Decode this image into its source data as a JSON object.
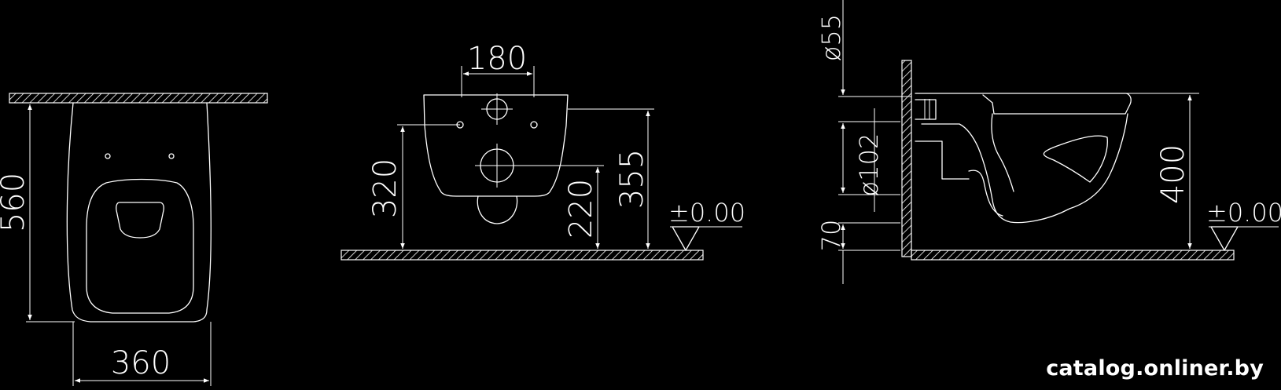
{
  "dimensions": {
    "top_view": {
      "length": "560",
      "width": "360"
    },
    "front_view": {
      "pin_spacing": "180",
      "upper_hole_height": "355",
      "fixing_height": "320",
      "outlet_height": "220",
      "datum": "±0.00"
    },
    "side_view": {
      "inlet_diameter": "ø55",
      "outlet_diameter": "ø102",
      "offset": "70",
      "height": "400",
      "datum": "±0.00"
    }
  },
  "watermark": "catalog.onliner.by"
}
